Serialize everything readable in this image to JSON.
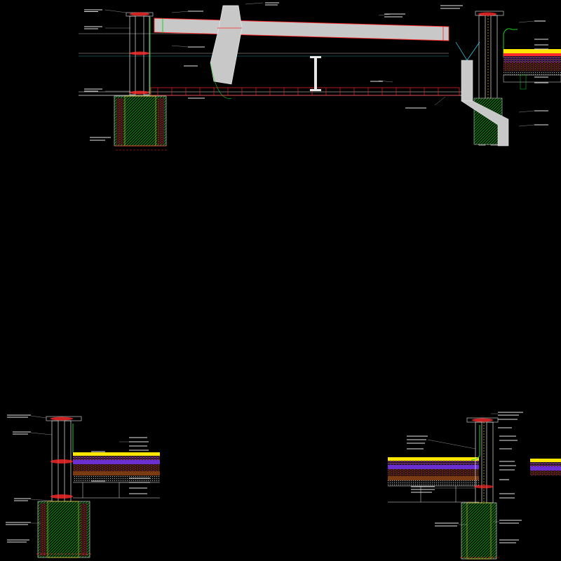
{
  "drawing": {
    "background": "#000000",
    "colors": {
      "line_white": "#e6e6e6",
      "line_red": "#ff2a2a",
      "line_green": "#19d21e",
      "line_yellow": "#ffe600",
      "line_magenta": "#ff2cff",
      "line_cyan": "#33e0ff",
      "pipe_fill": "#c8c8c8",
      "soil_brown": "#7a3b12",
      "insulation_purple": "#6a2fd0"
    }
  },
  "details": [
    {
      "id": "top-section-detail"
    },
    {
      "id": "bottom-left-detail"
    },
    {
      "id": "bottom-right-detail"
    }
  ]
}
